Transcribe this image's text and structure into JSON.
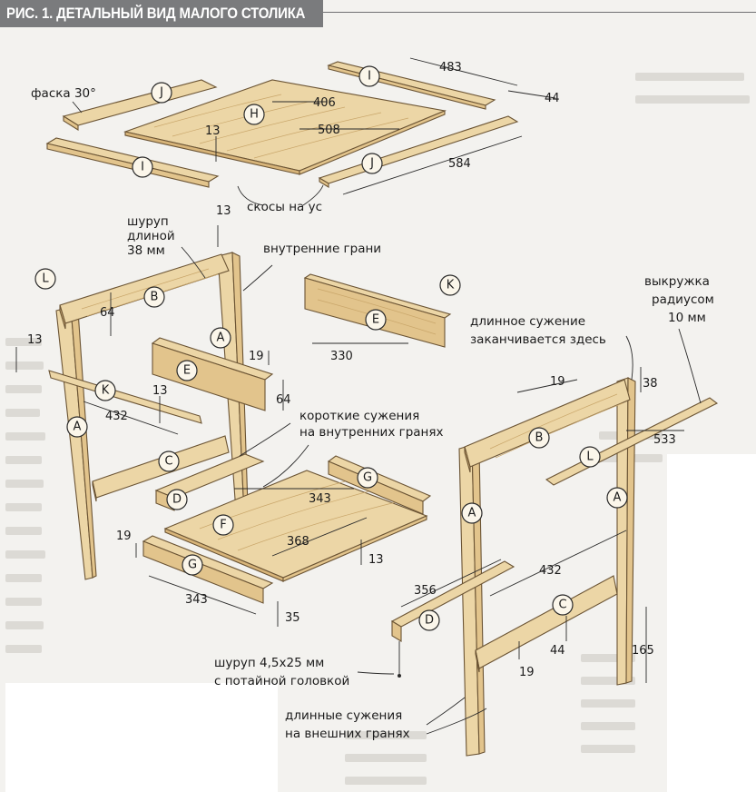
{
  "title": "РИС. 1. ДЕТАЛЬНЫЙ ВИД МАЛОГО СТОЛИКА",
  "labels": {
    "chamfer": "фаска 30°",
    "miters": "скосы на ус",
    "screw_line1": "шуруп",
    "screw_line2": "длиной",
    "screw_line3": "38 мм",
    "inner_faces": "внутренние грани",
    "short_taper_line1": "короткие сужения",
    "short_taper_line2": "на внутренних гранях",
    "long_taper_end_line1": "длинное сужение",
    "long_taper_end_line2": "заканчивается здесь",
    "cove_line1": "выкружка",
    "cove_line2": "радиусом",
    "cove_line3": "10 мм",
    "screw2_line1": "шуруп 4,5х25 мм",
    "screw2_line2": "с потайной головкой",
    "long_tapers_line1": "длинные сужения",
    "long_tapers_line2": "на внешних гранях"
  },
  "parts": [
    "H",
    "I",
    "J",
    "K",
    "L",
    "A",
    "B",
    "C",
    "D",
    "E",
    "F",
    "G"
  ],
  "dimensions": {
    "top_length_J": "483",
    "top_width": "44",
    "panel_width": "406",
    "panel_length": "508",
    "top_thick": "13",
    "rail_I": "584",
    "leg_top": "13",
    "apron_B": "64",
    "left_13": "13",
    "K_len": "432",
    "K_13": "13",
    "E_19": "19",
    "E_64": "64",
    "E_len": "330",
    "F_width": "343",
    "F_depth": "368",
    "F_thick": "13",
    "G_19": "19",
    "G_len": "343",
    "G_35": "35",
    "R_19": "19",
    "R_38": "38",
    "L_len": "533",
    "C_len": "432",
    "D_len": "356",
    "C_44": "44",
    "C_19": "19",
    "C_165": "165"
  }
}
